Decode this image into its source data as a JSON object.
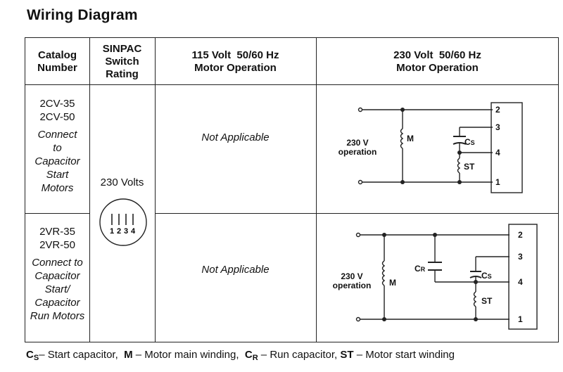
{
  "title": "Wiring Diagram",
  "table": {
    "headers": {
      "catalog": [
        "Catalog",
        "Number"
      ],
      "sinpac": [
        "SINPAC",
        "Switch",
        "Rating"
      ],
      "v115": [
        "115 Volt  50/60 Hz",
        "Motor Operation"
      ],
      "v230": [
        "230 Volt  50/60 Hz",
        "Motor Operation"
      ]
    },
    "switch_rating": "230 Volts",
    "switch_terminals": [
      "1",
      "2",
      "3",
      "4"
    ],
    "rows": [
      {
        "catalog_numbers": [
          "2CV-35",
          "2CV-50"
        ],
        "description": [
          "Connect",
          "to",
          "Capacitor",
          "Start",
          "Motors"
        ],
        "v115": "Not Applicable",
        "diagram": {
          "supply_label": [
            "230 V",
            "operation"
          ],
          "components": {
            "main": "M",
            "start_cap": "C",
            "start_cap_sub": "S",
            "start_wind": "ST"
          },
          "terminals": [
            "2",
            "3",
            "4",
            "1"
          ]
        }
      },
      {
        "catalog_numbers": [
          "2VR-35",
          "2VR-50"
        ],
        "description": [
          "Connect to",
          "Capacitor",
          "Start/",
          "Capacitor",
          "Run Motors"
        ],
        "v115": "Not Applicable",
        "diagram": {
          "supply_label": [
            "230 V",
            "operation"
          ],
          "components": {
            "main": "M",
            "run_cap": "C",
            "run_cap_sub": "R",
            "start_cap": "C",
            "start_cap_sub": "S",
            "start_wind": "ST"
          },
          "terminals": [
            "2",
            "3",
            "4",
            "1"
          ]
        }
      }
    ]
  },
  "legend": {
    "cs_main": "C",
    "cs_sub": "S",
    "cs_text": "– Start capacitor,",
    "m_main": "M",
    "m_text": " – Motor main winding,",
    "cr_main": "C",
    "cr_sub": "R",
    "cr_text": " – Run capacitor,",
    "st_main": "ST",
    "st_text": " – Motor start winding"
  }
}
